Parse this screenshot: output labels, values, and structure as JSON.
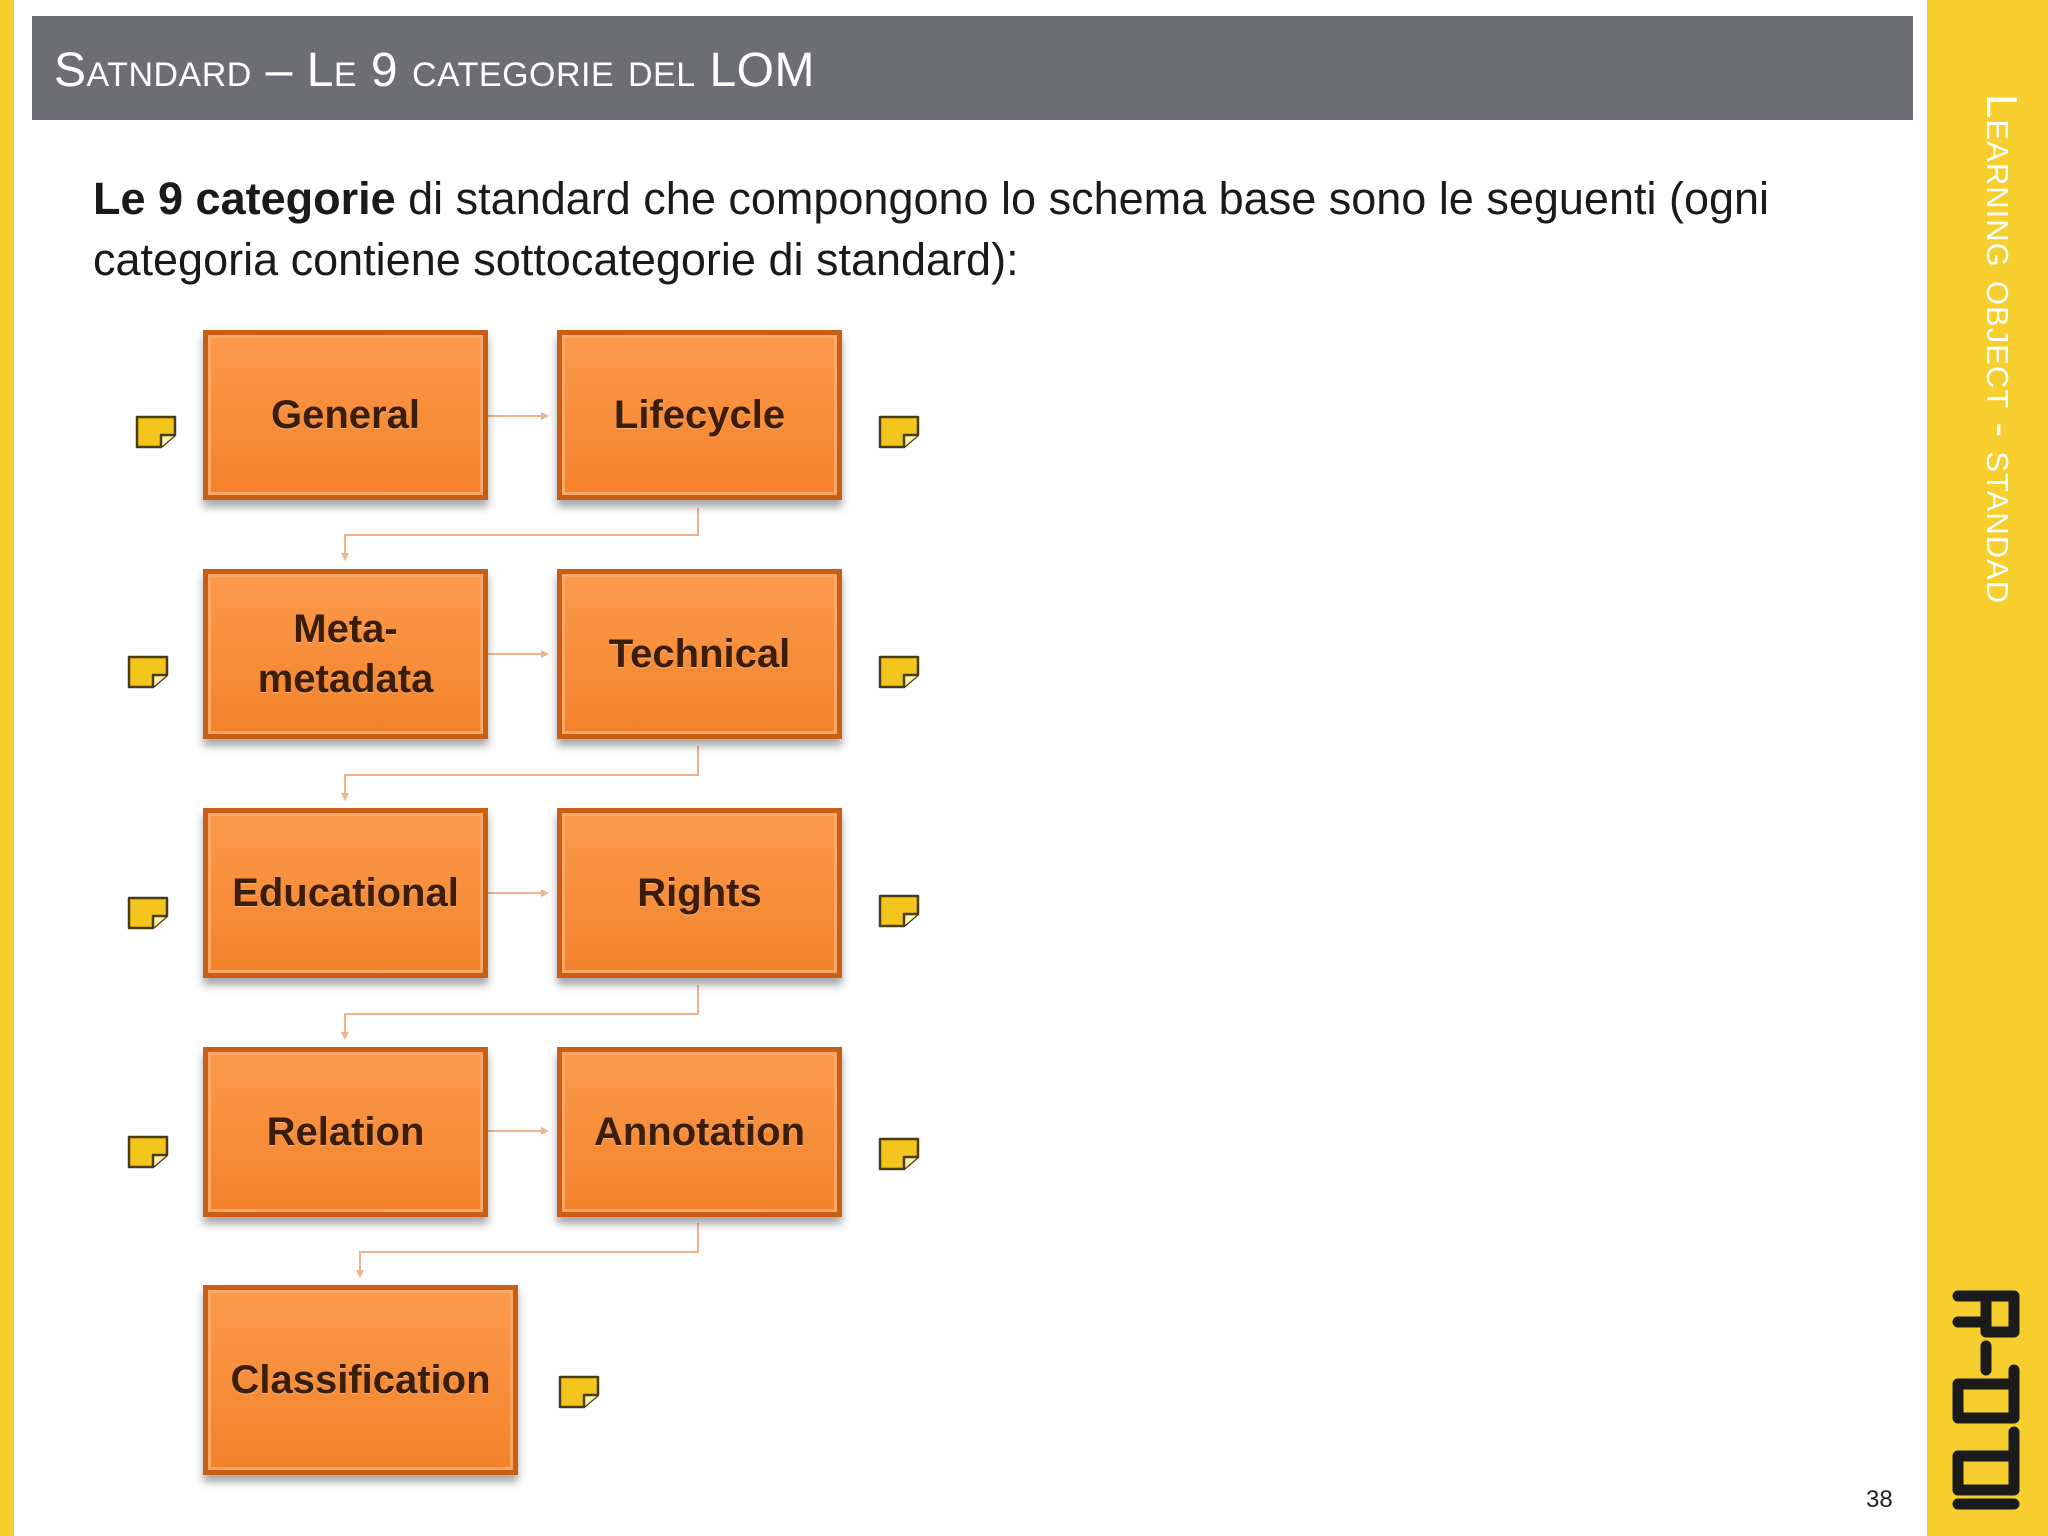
{
  "title": "Satndard – Le 9 categorie del LOM",
  "intro": {
    "bold": "Le 9 categorie",
    "rest": " di standard che compongono lo schema base sono le seguenti (ogni categoria contiene sottocategorie di standard):"
  },
  "side_label": "Learning object - standad",
  "page_number": "38",
  "logo_text": "e-dida",
  "colors": {
    "accent_yellow": "#f6cf2f",
    "title_bar": "#6c6d75",
    "box_fill": "#f4822a",
    "box_border": "#c85f14",
    "note_fill": "#f4c51d"
  },
  "categories": [
    {
      "label": "General"
    },
    {
      "label": "Lifecycle"
    },
    {
      "label": "Meta-\nmetadata"
    },
    {
      "label": "Technical"
    },
    {
      "label": "Educational"
    },
    {
      "label": "Rights"
    },
    {
      "label": "Relation"
    },
    {
      "label": "Annotation"
    },
    {
      "label": "Classification"
    }
  ],
  "note_icon": "sticky-note-icon"
}
